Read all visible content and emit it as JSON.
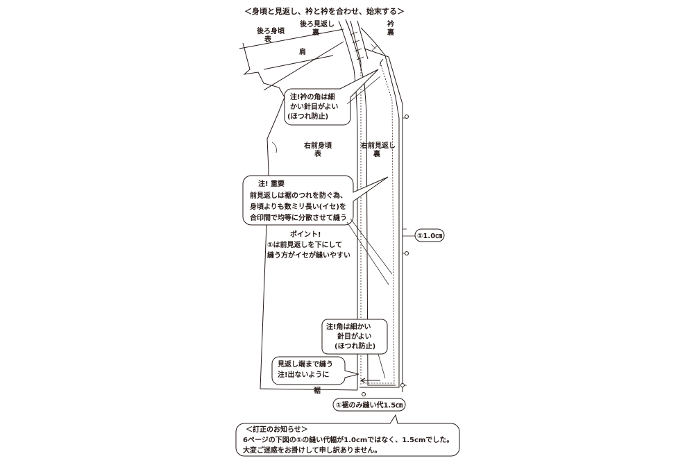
{
  "title": "＜身頃と見返し、衿と衿を合わせ、始末する＞",
  "labels": {
    "back_body": [
      "後ろ身頃",
      "表"
    ],
    "back_facing": [
      "後ろ見返し",
      "裏"
    ],
    "collar": [
      "衿",
      "裏"
    ],
    "shoulder": "肩",
    "right_front_body": [
      "右前身頃",
      "表"
    ],
    "right_front_facing": [
      "右前見返し",
      "裏"
    ],
    "hem": "裾"
  },
  "notes": {
    "collar_corner": [
      "注!衿の角は細",
      "かい針目がよい",
      "(ほつれ防止)"
    ],
    "important": [
      "注! 重要",
      "前見返しは裾のつれを防ぐ為、",
      "身頃よりも数ミリ長い(イセ)を",
      "合印間で均等に分散させて縫う"
    ],
    "point": [
      "ポイント!",
      "①は前見返しを下にして",
      "縫う方がイセが縫いやすい"
    ],
    "corner": [
      "注!角は細かい",
      "針目がよい",
      "(ほつれ防止)"
    ],
    "sew_to_edge": [
      "見返し端まで縫う",
      "注!出ないように"
    ],
    "seam_allowance": "①1.0㎝",
    "hem_allowance": "①裾のみ縫い代1.5㎝"
  },
  "correction": [
    "＜訂正のお知らせ＞",
    "6ページの下図の①の縫い代幅が1.0cmではなく、1.5cmでした。",
    "大変ご迷惑をお掛けして申し訳ありません。"
  ]
}
